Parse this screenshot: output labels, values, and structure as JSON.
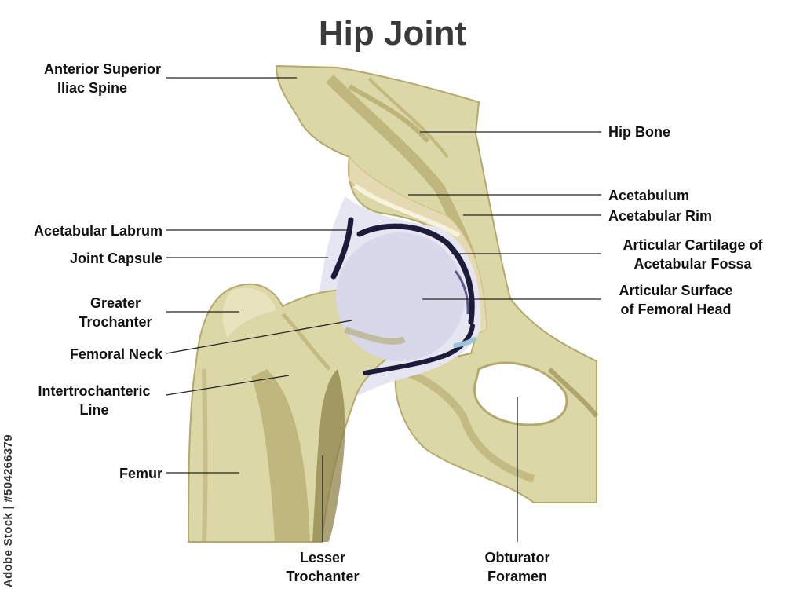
{
  "title": "Hip Joint",
  "labels": {
    "anterior_superior_iliac_spine": [
      "Anterior Superior",
      "Iliac Spine"
    ],
    "hip_bone": "Hip Bone",
    "acetabulum": "Acetabulum",
    "acetabular_rim": "Acetabular Rim",
    "acetabular_labrum": "Acetabular Labrum",
    "joint_capsule": "Joint Capsule",
    "articular_cartilage": [
      "Articular Cartilage of",
      "Acetabular Fossa"
    ],
    "articular_surface": [
      "Articular Surface",
      "of Femoral Head"
    ],
    "greater_trochanter": [
      "Greater",
      "Trochanter"
    ],
    "femoral_neck": "Femoral Neck",
    "intertrochanteric_line": [
      "Intertrochanteric",
      "Line"
    ],
    "femur": "Femur",
    "lesser_trochanter": [
      "Lesser",
      "Trochanter"
    ],
    "obturator_foramen": [
      "Obturator",
      "Foramen"
    ]
  },
  "watermark": "Adobe Stock | #504266379",
  "colors": {
    "bone": "#dcd7a6",
    "bone_dark": "#b3a96d",
    "bone_shadow": "#8f834a",
    "cartilage": "#d8d8ea",
    "capsule": "#e6e6f2",
    "labrum": "#1c1c3a",
    "spongy": "#e4d9b0"
  }
}
